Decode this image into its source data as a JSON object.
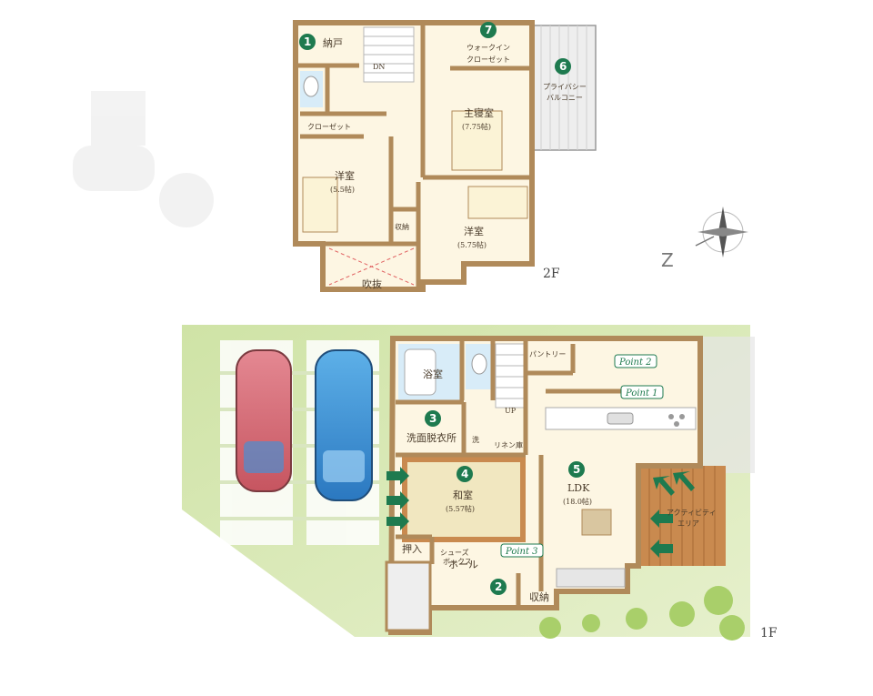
{
  "floors": {
    "upper": {
      "label": "2F",
      "rooms": [
        {
          "key": "nando",
          "label": "納戸"
        },
        {
          "key": "closet",
          "label": "クローゼット"
        },
        {
          "key": "walkin_1",
          "label": "ウォークイン"
        },
        {
          "key": "walkin_2",
          "label": "クローゼット"
        },
        {
          "key": "balcony_1",
          "label": "プライバシー"
        },
        {
          "key": "balcony_2",
          "label": "バルコニー"
        },
        {
          "key": "master_1",
          "label": "主寝室"
        },
        {
          "key": "master_2",
          "label": "(7.75帖)"
        },
        {
          "key": "west_1",
          "label": "洋室"
        },
        {
          "key": "west_2",
          "label": "(5.5帖)"
        },
        {
          "key": "east_1",
          "label": "洋室"
        },
        {
          "key": "east_2",
          "label": "(5.75帖)"
        },
        {
          "key": "storage",
          "label": "収納"
        },
        {
          "key": "fukinuke",
          "label": "吹抜"
        },
        {
          "key": "down",
          "label": "DN"
        }
      ]
    },
    "ground": {
      "label": "1F",
      "rooms": [
        {
          "key": "bath",
          "label": "浴室"
        },
        {
          "key": "pantry",
          "label": "パントリー"
        },
        {
          "key": "washroom",
          "label": "洗面脱衣所"
        },
        {
          "key": "washer",
          "label": "洗"
        },
        {
          "key": "linen",
          "label": "リネン庫"
        },
        {
          "key": "up",
          "label": "UP"
        },
        {
          "key": "washitsu_1",
          "label": "和室"
        },
        {
          "key": "washitsu_2",
          "label": "(5.57帖)"
        },
        {
          "key": "ldk_1",
          "label": "LDK"
        },
        {
          "key": "ldk_2",
          "label": "(18.0帖)"
        },
        {
          "key": "activity_1",
          "label": "アクティビティ"
        },
        {
          "key": "activity_2",
          "label": "エリア"
        },
        {
          "key": "oshiire",
          "label": "押入"
        },
        {
          "key": "shoes_1",
          "label": "シューズ"
        },
        {
          "key": "shoes_2",
          "label": "ボックス"
        },
        {
          "key": "hall",
          "label": "ホール"
        },
        {
          "key": "storage",
          "label": "収納"
        }
      ]
    }
  },
  "markers": [
    "1",
    "2",
    "3",
    "4",
    "5",
    "6",
    "7"
  ],
  "points": [
    "Point 1",
    "Point 2",
    "Point 3"
  ],
  "colors": {
    "wall": "#b08a5a",
    "floor": "#fdf6e3",
    "tatami": "#f1e7c0",
    "deck": "#c98a4f",
    "lawn": "#d7e8b4",
    "marker": "#1e7a4f",
    "car_red": "#d86a72",
    "car_blue": "#3a8ed0"
  },
  "icons": [
    "compass-icon",
    "car-icon",
    "tree-icon",
    "arrow-icon",
    "stair-icon"
  ]
}
